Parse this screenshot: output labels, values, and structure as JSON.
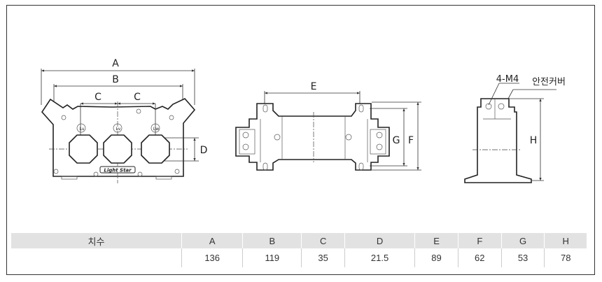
{
  "drawing": {
    "front_view": {
      "labels": {
        "A": "A",
        "B": "B",
        "C1": "C",
        "C2": "C",
        "D": "D"
      },
      "terminals": [
        "Lu",
        "Lv",
        "Lw"
      ],
      "logo": "Light Star"
    },
    "side_view": {
      "labels": {
        "E": "E",
        "F": "F",
        "G": "G"
      }
    },
    "end_view": {
      "labels": {
        "H": "H"
      },
      "screw_note": "4-M4",
      "cover_note": "안전커버"
    }
  },
  "table": {
    "header_label": "치수",
    "columns": [
      "A",
      "B",
      "C",
      "D",
      "E",
      "F",
      "G",
      "H"
    ],
    "values": [
      "136",
      "119",
      "35",
      "21.5",
      "89",
      "62",
      "53",
      "78"
    ]
  }
}
